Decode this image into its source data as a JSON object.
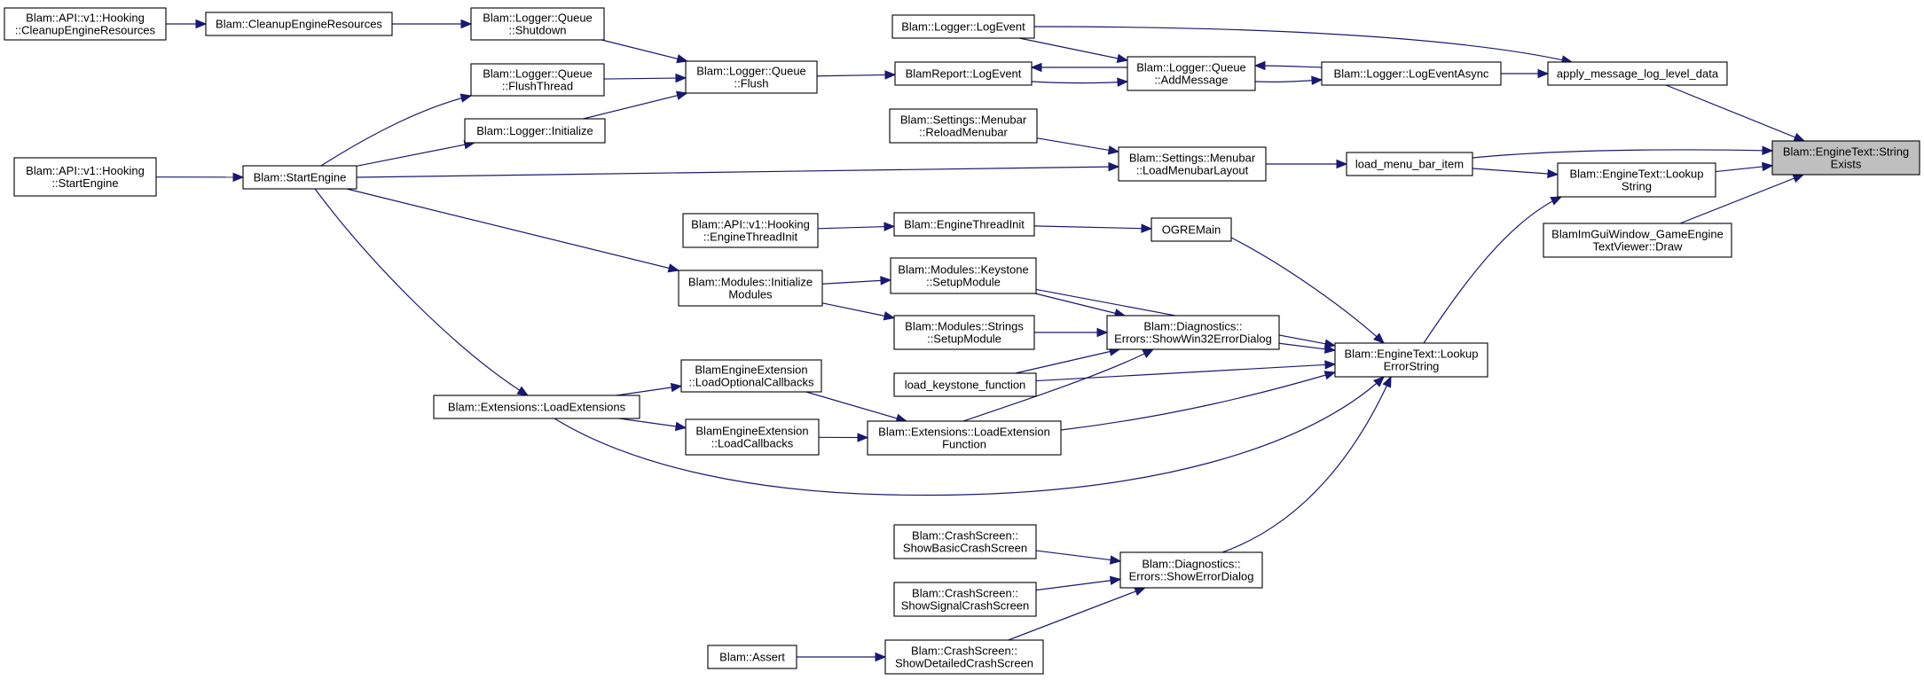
{
  "graph": {
    "title": "",
    "colors": {
      "edge": "#191970",
      "node_border": "#000000",
      "node_fill": "#ffffff",
      "root_fill": "#bfbfbf"
    },
    "nodes": [
      {
        "id": "n_root",
        "lines": [
          "Blam::EngineText::String",
          "Exists"
        ],
        "root": true
      },
      {
        "id": "n_api_cleanup",
        "lines": [
          "Blam::API::v1::Hooking",
          "::CleanupEngineResources"
        ]
      },
      {
        "id": "n_cleanup",
        "lines": [
          "Blam::CleanupEngineResources"
        ]
      },
      {
        "id": "n_lq_shutdown",
        "lines": [
          "Blam::Logger::Queue",
          "::Shutdown"
        ]
      },
      {
        "id": "n_lq_flushthread",
        "lines": [
          "Blam::Logger::Queue",
          "::FlushThread"
        ]
      },
      {
        "id": "n_logger_init",
        "lines": [
          "Blam::Logger::Initialize"
        ]
      },
      {
        "id": "n_lq_flush",
        "lines": [
          "Blam::Logger::Queue",
          "::Flush"
        ]
      },
      {
        "id": "n_logger_logevent",
        "lines": [
          "Blam::Logger::LogEvent"
        ]
      },
      {
        "id": "n_blamreport_logevent",
        "lines": [
          "BlamReport::LogEvent"
        ]
      },
      {
        "id": "n_lq_addmessage",
        "lines": [
          "Blam::Logger::Queue",
          "::AddMessage"
        ]
      },
      {
        "id": "n_logeventasync",
        "lines": [
          "Blam::Logger::LogEventAsync"
        ]
      },
      {
        "id": "n_apply_msg",
        "lines": [
          "apply_message_log_level_data"
        ]
      },
      {
        "id": "n_api_start",
        "lines": [
          "Blam::API::v1::Hooking",
          "::StartEngine"
        ]
      },
      {
        "id": "n_startengine",
        "lines": [
          "Blam::StartEngine"
        ]
      },
      {
        "id": "n_menubar_reload",
        "lines": [
          "Blam::Settings::Menubar",
          "::ReloadMenubar"
        ]
      },
      {
        "id": "n_menubar_loadlayout",
        "lines": [
          "Blam::Settings::Menubar",
          "::LoadMenubarLayout"
        ]
      },
      {
        "id": "n_load_menu_bar_item",
        "lines": [
          "load_menu_bar_item"
        ]
      },
      {
        "id": "n_lookup_string",
        "lines": [
          "Blam::EngineText::Lookup",
          "String"
        ]
      },
      {
        "id": "n_imgui_draw",
        "lines": [
          "BlamImGuiWindow_GameEngine",
          "TextViewer::Draw"
        ]
      },
      {
        "id": "n_api_enginethreadinit",
        "lines": [
          "Blam::API::v1::Hooking",
          "::EngineThreadInit"
        ]
      },
      {
        "id": "n_enginethreadinit",
        "lines": [
          "Blam::EngineThreadInit"
        ]
      },
      {
        "id": "n_ogremain",
        "lines": [
          "OGREMain"
        ]
      },
      {
        "id": "n_modules_init",
        "lines": [
          "Blam::Modules::Initialize",
          "Modules"
        ]
      },
      {
        "id": "n_keystone_setup",
        "lines": [
          "Blam::Modules::Keystone",
          "::SetupModule"
        ]
      },
      {
        "id": "n_strings_setup",
        "lines": [
          "Blam::Modules::Strings",
          "::SetupModule"
        ]
      },
      {
        "id": "n_showwin32",
        "lines": [
          "Blam::Diagnostics::",
          "Errors::ShowWin32ErrorDialog"
        ]
      },
      {
        "id": "n_lookup_error",
        "lines": [
          "Blam::EngineText::Lookup",
          "ErrorString"
        ]
      },
      {
        "id": "n_load_keystone_fn",
        "lines": [
          "load_keystone_function"
        ]
      },
      {
        "id": "n_ext_loadoptional",
        "lines": [
          "BlamEngineExtension",
          "::LoadOptionalCallbacks"
        ]
      },
      {
        "id": "n_ext_loadext",
        "lines": [
          "Blam::Extensions::LoadExtensions"
        ]
      },
      {
        "id": "n_ext_loadcallbacks",
        "lines": [
          "BlamEngineExtension",
          "::LoadCallbacks"
        ]
      },
      {
        "id": "n_ext_loadextfn",
        "lines": [
          "Blam::Extensions::LoadExtension",
          "Function"
        ]
      },
      {
        "id": "n_crash_basic",
        "lines": [
          "Blam::CrashScreen::",
          "ShowBasicCrashScreen"
        ]
      },
      {
        "id": "n_showerror",
        "lines": [
          "Blam::Diagnostics::",
          "Errors::ShowErrorDialog"
        ]
      },
      {
        "id": "n_crash_signal",
        "lines": [
          "Blam::CrashScreen::",
          "ShowSignalCrashScreen"
        ]
      },
      {
        "id": "n_assert",
        "lines": [
          "Blam::Assert"
        ]
      },
      {
        "id": "n_crash_detailed",
        "lines": [
          "Blam::CrashScreen::",
          "ShowDetailedCrashScreen"
        ]
      }
    ],
    "edges": [
      {
        "from": "n_api_cleanup",
        "to": "n_cleanup"
      },
      {
        "from": "n_cleanup",
        "to": "n_lq_shutdown"
      },
      {
        "from": "n_lq_shutdown",
        "to": "n_lq_flush"
      },
      {
        "from": "n_lq_flushthread",
        "to": "n_lq_flush"
      },
      {
        "from": "n_logger_init",
        "to": "n_lq_flush"
      },
      {
        "from": "n_lq_flush",
        "to": "n_blamreport_logevent"
      },
      {
        "from": "n_logger_logevent",
        "to": "n_lq_addmessage"
      },
      {
        "from": "n_lq_addmessage",
        "to": "n_blamreport_logevent"
      },
      {
        "from": "n_blamreport_logevent",
        "to": "n_lq_addmessage"
      },
      {
        "from": "n_logeventasync",
        "to": "n_lq_addmessage"
      },
      {
        "from": "n_lq_addmessage",
        "to": "n_logeventasync"
      },
      {
        "from": "n_logeventasync",
        "to": "n_apply_msg"
      },
      {
        "from": "n_logger_logevent",
        "to": "n_apply_msg"
      },
      {
        "from": "n_apply_msg",
        "to": "n_root"
      },
      {
        "from": "n_api_start",
        "to": "n_startengine"
      },
      {
        "from": "n_startengine",
        "to": "n_lq_flushthread"
      },
      {
        "from": "n_startengine",
        "to": "n_logger_init"
      },
      {
        "from": "n_startengine",
        "to": "n_menubar_loadlayout"
      },
      {
        "from": "n_startengine",
        "to": "n_modules_init"
      },
      {
        "from": "n_startengine",
        "to": "n_ext_loadext"
      },
      {
        "from": "n_menubar_reload",
        "to": "n_menubar_loadlayout"
      },
      {
        "from": "n_menubar_loadlayout",
        "to": "n_load_menu_bar_item"
      },
      {
        "from": "n_load_menu_bar_item",
        "to": "n_root"
      },
      {
        "from": "n_load_menu_bar_item",
        "to": "n_lookup_string"
      },
      {
        "from": "n_lookup_string",
        "to": "n_root"
      },
      {
        "from": "n_imgui_draw",
        "to": "n_root"
      },
      {
        "from": "n_api_enginethreadinit",
        "to": "n_enginethreadinit"
      },
      {
        "from": "n_enginethreadinit",
        "to": "n_ogremain"
      },
      {
        "from": "n_ogremain",
        "to": "n_lookup_error"
      },
      {
        "from": "n_modules_init",
        "to": "n_keystone_setup"
      },
      {
        "from": "n_modules_init",
        "to": "n_strings_setup"
      },
      {
        "from": "n_keystone_setup",
        "to": "n_showwin32"
      },
      {
        "from": "n_keystone_setup",
        "to": "n_lookup_error"
      },
      {
        "from": "n_strings_setup",
        "to": "n_showwin32"
      },
      {
        "from": "n_load_keystone_fn",
        "to": "n_showwin32"
      },
      {
        "from": "n_load_keystone_fn",
        "to": "n_lookup_error"
      },
      {
        "from": "n_showwin32",
        "to": "n_lookup_error"
      },
      {
        "from": "n_ext_loadext",
        "to": "n_ext_loadoptional"
      },
      {
        "from": "n_ext_loadext",
        "to": "n_ext_loadcallbacks"
      },
      {
        "from": "n_ext_loadext",
        "to": "n_lookup_error"
      },
      {
        "from": "n_ext_loadoptional",
        "to": "n_ext_loadextfn"
      },
      {
        "from": "n_ext_loadcallbacks",
        "to": "n_ext_loadextfn"
      },
      {
        "from": "n_ext_loadextfn",
        "to": "n_showwin32"
      },
      {
        "from": "n_ext_loadextfn",
        "to": "n_lookup_error"
      },
      {
        "from": "n_lookup_error",
        "to": "n_lookup_string"
      },
      {
        "from": "n_crash_basic",
        "to": "n_showerror"
      },
      {
        "from": "n_crash_signal",
        "to": "n_showerror"
      },
      {
        "from": "n_crash_detailed",
        "to": "n_showerror"
      },
      {
        "from": "n_assert",
        "to": "n_crash_detailed"
      },
      {
        "from": "n_showerror",
        "to": "n_lookup_error"
      }
    ]
  }
}
